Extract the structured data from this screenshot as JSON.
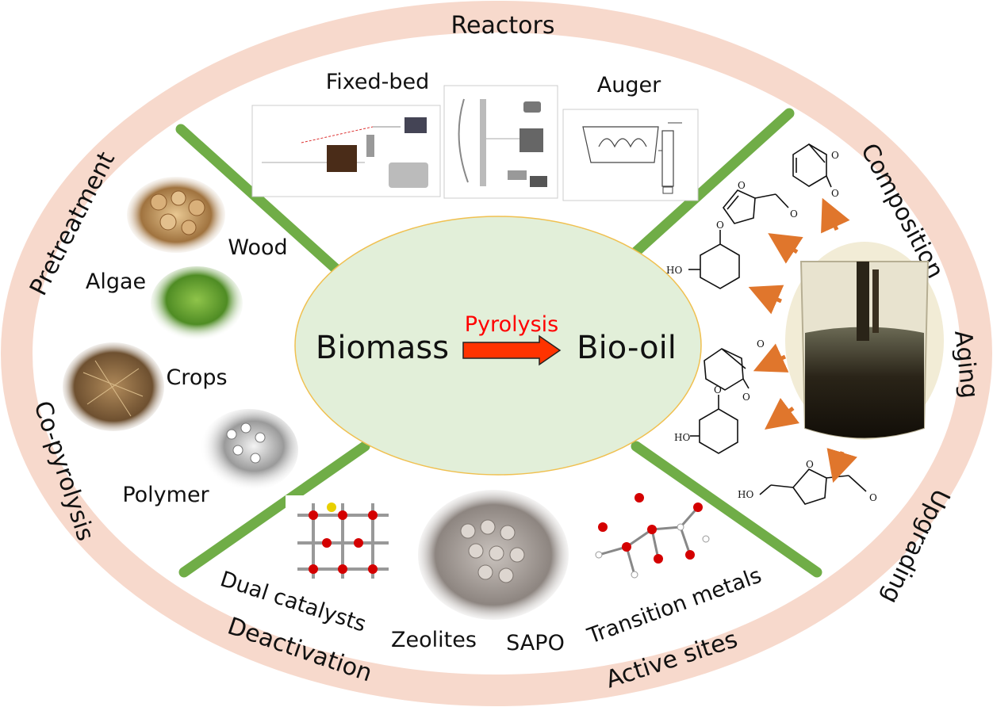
{
  "ring_labels": {
    "reactors": "Reactors",
    "pretreatment": "Pretreatment",
    "co_pyrolysis": "Co-pyrolysis",
    "composition": "Composition",
    "aging": "Aging",
    "upgrading": "Upgrading",
    "deactivation": "Deactivation",
    "active_sites": "Active sites"
  },
  "center": {
    "biomass": "Biomass",
    "process": "Pyrolysis",
    "product": "Bio-oil"
  },
  "reactors": {
    "fixed_bed": "Fixed-bed",
    "auger": "Auger"
  },
  "feedstocks": {
    "wood": "Wood",
    "algae": "Algae",
    "crops": "Crops",
    "polymer": "Polymer"
  },
  "catalysts": {
    "dual": "Dual catalysts",
    "zeolites": "Zeolites",
    "sapo": "SAPO",
    "transition_metals": "Transition metals"
  },
  "molecules": {
    "ho_label": "HO",
    "o_label": "O"
  },
  "colors": {
    "ring": "#f7d9cc",
    "center_fill": "#e2efd9",
    "center_stroke": "#f0c050",
    "divider": "#70ad47",
    "process_text": "#ff0000",
    "arrow_fill": "#ff3300",
    "side_arrows": "#e0762c"
  }
}
